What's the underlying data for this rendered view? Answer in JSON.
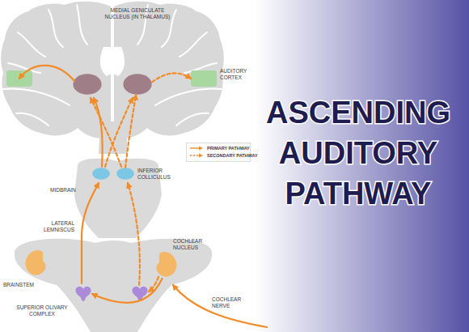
{
  "diagram": {
    "title": "ASCENDING AUDITORY PATHWAY",
    "nodes": [
      {
        "text": [
          "MEDIAL GENICULATE NUCLEUS (IN THALAMUS)"
        ]
      },
      {
        "text": [
          "AUDITORY CORTEX"
        ]
      },
      {
        "text": [
          "INFERIOR COLLICULUS"
        ]
      },
      {
        "text": [
          "COCHLEAR NUCLEUS"
        ]
      },
      {
        "text": [
          "SUPERIOR OLIVARY COMPLEX"
        ]
      }
    ],
    "edges": [
      {
        "from": 3,
        "to": 4,
        "arrow": "to"
      },
      {
        "from": 2,
        "to": 0,
        "arrow": "to"
      },
      {
        "from": 0,
        "to": 1,
        "arrow": "to"
      }
    ],
    "labels": [
      "MIDBRAIN",
      "LATERAL LEMNISCUS",
      "BRAINSTEM",
      "COCHLEAR NERVE"
    ],
    "legend": [
      {
        "text": "PRIMARY PATHWAY"
      },
      {
        "text": "SECONDARY PATHWAY"
      }
    ]
  }
}
